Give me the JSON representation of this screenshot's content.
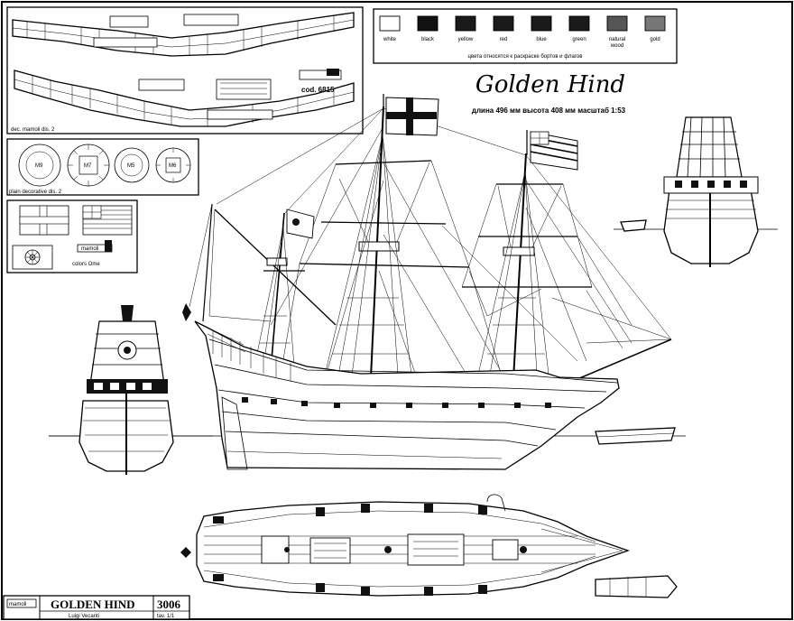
{
  "title": "Golden Hind",
  "specs": "длина 496 мм   высота 408 мм   масштаб 1:53",
  "legend": {
    "swatches": [
      {
        "label": "white",
        "color": "#ffffff"
      },
      {
        "label": "black",
        "color": "#111111"
      },
      {
        "label": "yellow",
        "color": "#1a1a1a"
      },
      {
        "label": "red",
        "color": "#1a1a1a"
      },
      {
        "label": "blue",
        "color": "#1a1a1a"
      },
      {
        "label": "green",
        "color": "#1a1a1a"
      },
      {
        "label": "natural wood",
        "color": "#555555"
      },
      {
        "label": "gold",
        "color": "#777777"
      }
    ],
    "note": "цвета относятся к раскраске бортов и флагов"
  },
  "parts_panel": {
    "code": "cod. 6815",
    "caption": "dec. mamoli  dis. 2"
  },
  "deadeyes_panel": {
    "labels": [
      "M9",
      "M7",
      "M5",
      "M6"
    ],
    "caption": "plain decorative dis. 2"
  },
  "flags_panel": {
    "brand": "mamoli",
    "caption": "colors  Ome"
  },
  "title_block": {
    "brand": "mamoli",
    "name": "GOLDEN HIND",
    "number": "3006",
    "designer": "Luigi Vecanti",
    "sheet": "tav. 1/1"
  }
}
